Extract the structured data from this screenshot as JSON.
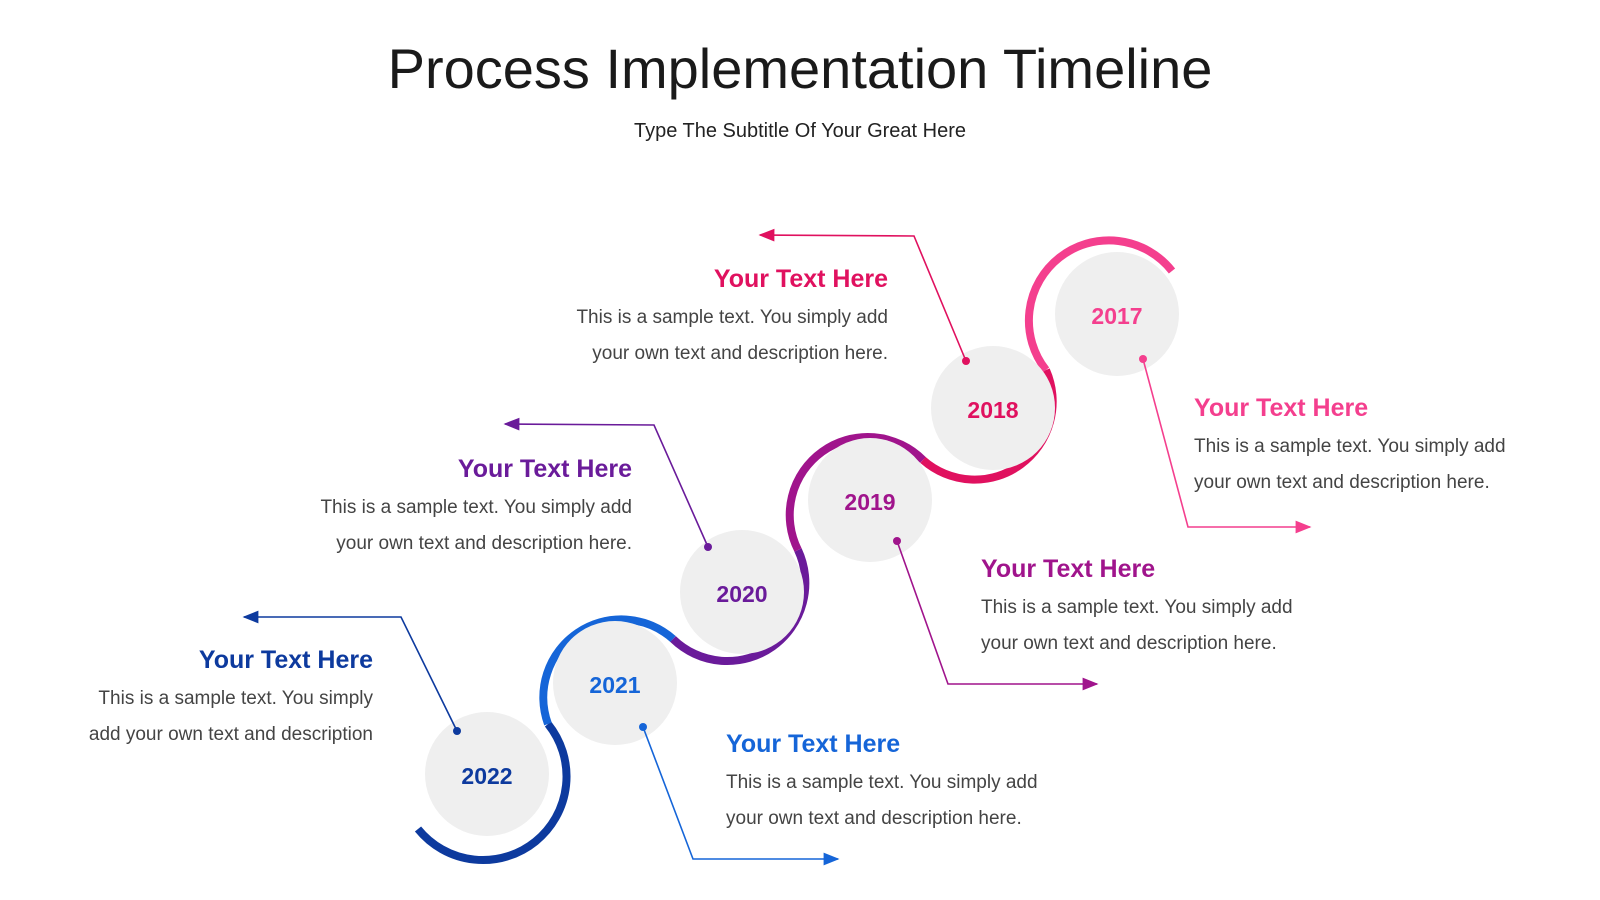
{
  "header": {
    "title": "Process Implementation Timeline",
    "subtitle": "Type The Subtitle Of Your Great Here"
  },
  "colors": {
    "2017": "#f43f8e",
    "2018": "#e0115f",
    "2019": "#a0148c",
    "2020": "#6a1b9a",
    "2021": "#1565d8",
    "2022": "#0d3a9e"
  },
  "steps": [
    {
      "year": "2017",
      "heading": "Your Text Here",
      "line1": "This is a sample text. You simply add",
      "line2": "your own text and description here."
    },
    {
      "year": "2018",
      "heading": "Your Text Here",
      "line1": "This is a sample text. You simply add",
      "line2": "your own text and description here."
    },
    {
      "year": "2019",
      "heading": "Your Text Here",
      "line1": "This is a sample text. You simply add",
      "line2": "your own text and description here."
    },
    {
      "year": "2020",
      "heading": "Your Text Here",
      "line1": "This is a sample text. You simply add",
      "line2": "your own text and description here."
    },
    {
      "year": "2021",
      "heading": "Your Text Here",
      "line1": "This is a sample text. You simply add",
      "line2": "your own text and description here."
    },
    {
      "year": "2022",
      "heading": "Your Text Here",
      "line1": "This is a sample text. You simply",
      "line2": "add your own text and description"
    }
  ]
}
